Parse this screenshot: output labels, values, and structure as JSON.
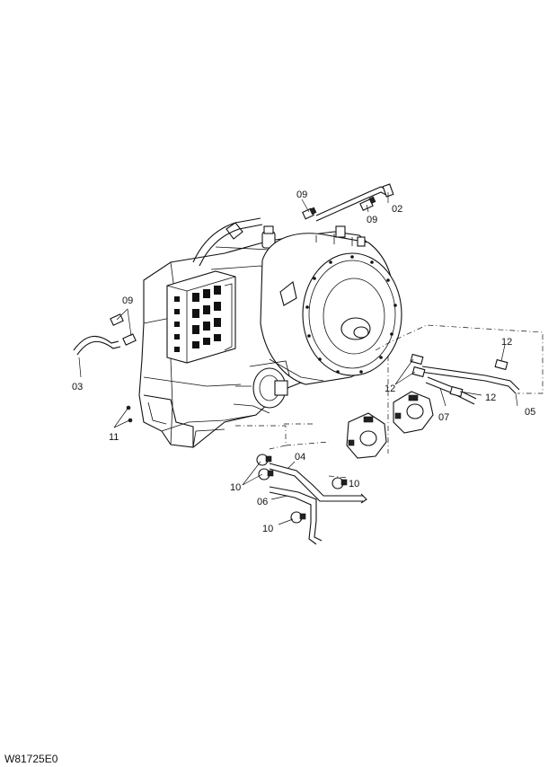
{
  "callouts": {
    "c01": "09",
    "c02": "02",
    "c03": "09",
    "c04": "09",
    "c05": "03",
    "c06": "11",
    "c07": "12",
    "c08": "12",
    "c09": "05",
    "c10": "12",
    "c11": "07",
    "c12": "04",
    "c13": "10",
    "c14": "06",
    "c15": "10",
    "c16": "10"
  },
  "drawing_code": "W81725E0"
}
